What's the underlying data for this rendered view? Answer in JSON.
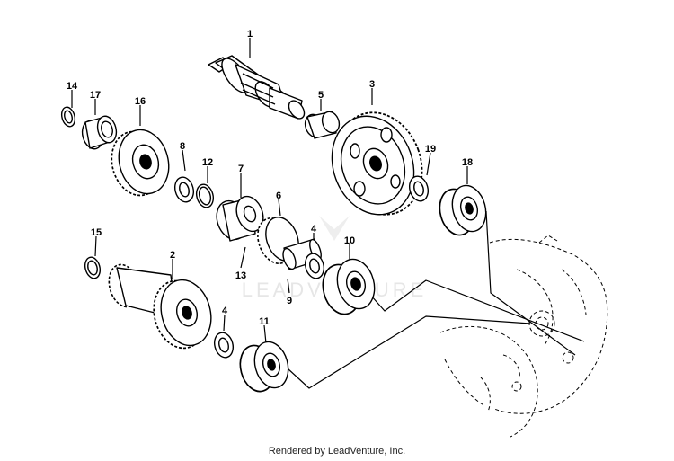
{
  "watermark": "LEADVENTURE",
  "footer": "Rendered by LeadVenture, Inc.",
  "callouts": {
    "c1": "1",
    "c2": "2",
    "c3": "3",
    "c4a": "4",
    "c4b": "4",
    "c5": "5",
    "c6": "6",
    "c7": "7",
    "c8": "8",
    "c9": "9",
    "c10": "10",
    "c11": "11",
    "c12": "12",
    "c13": "13",
    "c14": "14",
    "c15": "15",
    "c16": "16",
    "c17": "17",
    "c18": "18",
    "c19": "19"
  }
}
